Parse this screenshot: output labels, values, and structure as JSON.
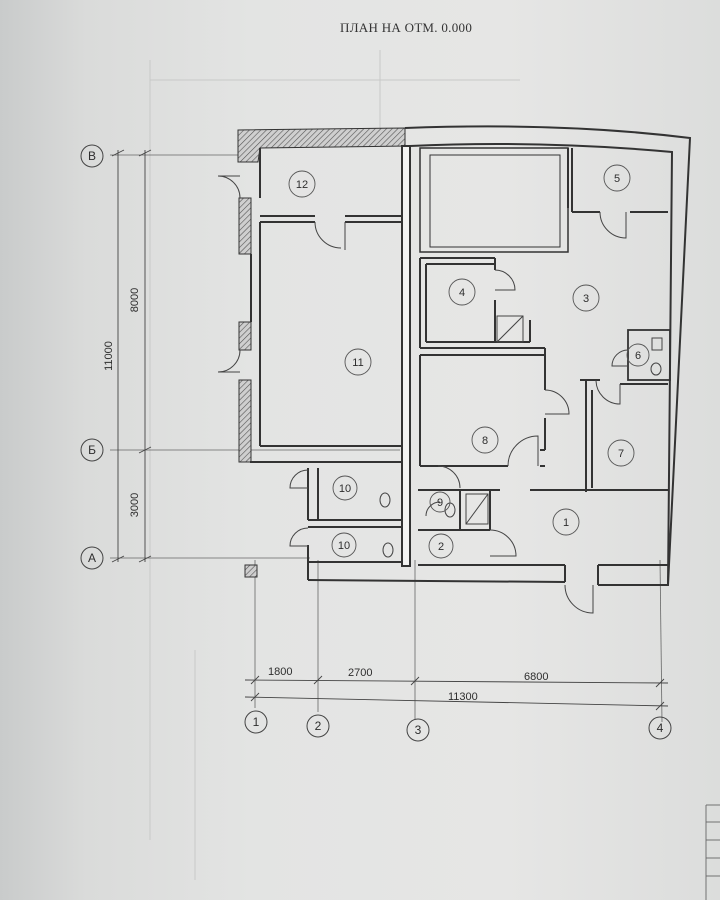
{
  "title": "ПЛАН НА ОТМ. 0.000",
  "colors": {
    "ink": "#333333",
    "wall": "#444444",
    "paper": "#e4e4e3"
  },
  "axes_vertical": [
    "1",
    "2",
    "3",
    "4"
  ],
  "axes_horizontal": [
    "В",
    "Б",
    "А"
  ],
  "dimensions": {
    "top_segments": [
      "1800",
      "2700",
      "6800"
    ],
    "top_total": "11300",
    "left_segments": [
      "8000",
      "3000"
    ],
    "left_total": "11000"
  },
  "rooms": {
    "r1": "1",
    "r2": "2",
    "r3": "3",
    "r4": "4",
    "r5": "5",
    "r6": "6",
    "r7": "7",
    "r8": "8",
    "r9": "9",
    "r10a": "10",
    "r10b": "10",
    "r11": "11",
    "r12": "12"
  }
}
